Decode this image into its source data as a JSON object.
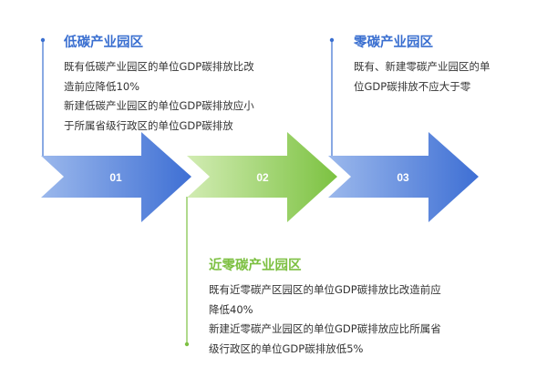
{
  "colors": {
    "blue": "#3a6fd0",
    "green": "#7dc042",
    "text": "#333333",
    "arrow_label": "#ffffff"
  },
  "arrows": [
    {
      "label": "01",
      "color_key": "blue"
    },
    {
      "label": "02",
      "color_key": "green"
    },
    {
      "label": "03",
      "color_key": "blue"
    }
  ],
  "stages": {
    "low_carbon": {
      "title": "低碳产业园区",
      "lines": [
        "既有低碳产业园区的单位GDP碳排放比改",
        "造前应降低10%",
        "新建低碳产业园区的单位GDP碳排放应小",
        "于所属省级行政区的单位GDP碳排放"
      ]
    },
    "near_zero": {
      "title": "近零碳产业园区",
      "lines": [
        "既有近零碳产区园区的单位GDP碳排放比改造前应",
        "降低40%",
        "新建近零碳产业园区的单位GDP碳排放应比所属省",
        "级行政区的单位GDP碳排放低5%"
      ]
    },
    "zero_carbon": {
      "title": "零碳产业园区",
      "lines": [
        "既有、新建零碳产业园区的单",
        "位GDP碳排放不应大于零"
      ]
    }
  }
}
